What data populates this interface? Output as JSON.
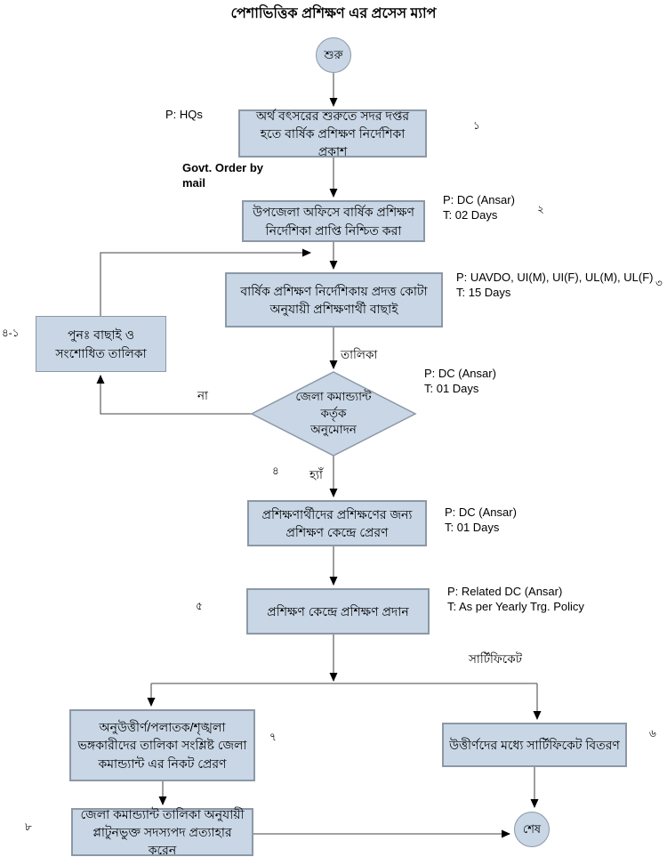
{
  "title": "পেশাভিত্তিক প্রশিক্ষণ এর প্রসেস ম্যাপ",
  "colors": {
    "node_fill": "#c8d6e5",
    "node_border": "#8c98a6",
    "line": "#6b6b6b",
    "arrowhead": "#000000",
    "text": "#000000"
  },
  "nodes": {
    "start": {
      "label": "শুরু"
    },
    "step1": {
      "label": "অর্থ বৎসরের শুরুতে সদর দপ্তর হতে বার্ষিক প্রশিক্ষণ নির্দেশিকা প্রকাশ",
      "number": "১",
      "annotation_left": "P: HQs",
      "annotation_below": "Govt. Order by\nmail"
    },
    "step2": {
      "label": "উপজেলা অফিসে বার্ষিক প্রশিক্ষণ নির্দেশিকা প্রাপ্তি নিশ্চিত করা",
      "number": "২",
      "annotation": "P: DC (Ansar)\nT: 02 Days"
    },
    "step3": {
      "label": "বার্ষিক প্রশিক্ষণ নির্দেশিকায় প্রদত্ত কোটা অনুযায়ী প্রশিক্ষণার্থী বাছাই",
      "number": "৩",
      "annotation": "P: UAVDO, UI(M), UI(F), UL(M), UL(F)\nT: 15 Days"
    },
    "rework": {
      "label": "পুনঃ  বাছাই ও সংশোধিত তালিকা",
      "number": "৪-১"
    },
    "decision": {
      "label": "জেলা কমান্ড্যান্ট\nকর্তৃক\nঅনুমোদন",
      "number": "৪",
      "annotation": "P: DC (Ansar)\nT: 01 Days"
    },
    "step4": {
      "label": "প্রশিক্ষণার্থীদের প্রশিক্ষণের জন্য প্রশিক্ষণ কেন্দ্রে প্রেরণ",
      "annotation": "P: DC (Ansar)\nT: 01 Days"
    },
    "step5": {
      "label": "প্রশিক্ষণ কেন্দ্রে প্রশিক্ষণ প্রদান",
      "number": "৫",
      "annotation": "P: Related DC (Ansar)\nT: As per Yearly Trg. Policy"
    },
    "step6": {
      "label": "উত্তীর্ণদের মধ্যে সার্টিফিকেট বিতরণ",
      "number": "৬"
    },
    "step7": {
      "label": "অনুউত্তীর্ণ/পলাতক/শৃঙ্খলা ভঙ্গকারীদের তালিকা সংশ্লিষ্ট  জেলা কমান্ড্যান্ট এর নিকট প্রেরণ",
      "number": "৭"
    },
    "step8": {
      "label": "জেলা কমান্ড্যান্ট তালিকা অনুযায়ী প্লাটুনভুক্ত সদস্যপদ প্রত্যাহার করেন",
      "number": "৮"
    },
    "end": {
      "label": "শেষ"
    }
  },
  "edge_labels": {
    "list": "তালিকা",
    "no": "না",
    "yes": "হ্যাঁ",
    "certificate": "সার্টিফিকেট"
  }
}
